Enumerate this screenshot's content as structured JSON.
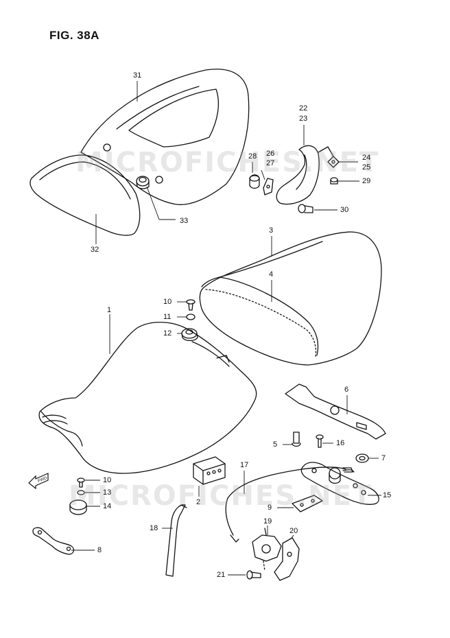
{
  "figure": {
    "title": "FIG. 38A",
    "fwd_label": "FWD"
  },
  "watermarks": [
    "MICROFICHES.NET",
    "MICROFICHES.NET"
  ],
  "callouts": {
    "p31": "31",
    "p32": "32",
    "p33": "33",
    "p22": "22",
    "p23": "23",
    "p24": "24",
    "p25": "25",
    "p26": "26",
    "p27": "27",
    "p28": "28",
    "p29": "29",
    "p30": "30",
    "p3": "3",
    "p4": "4",
    "p1": "1",
    "p10a": "10",
    "p11": "11",
    "p12": "12",
    "p6": "6",
    "p5": "5",
    "p16": "16",
    "p7": "7",
    "p10b": "10",
    "p13": "13",
    "p14": "14",
    "p2": "2",
    "p17": "17",
    "p15": "15",
    "p9": "9",
    "p18": "18",
    "p8": "8",
    "p19": "19",
    "p20": "20",
    "p21": "21"
  },
  "colors": {
    "line": "#111111",
    "paper": "#ffffff",
    "watermark": "#aaaaaa"
  }
}
